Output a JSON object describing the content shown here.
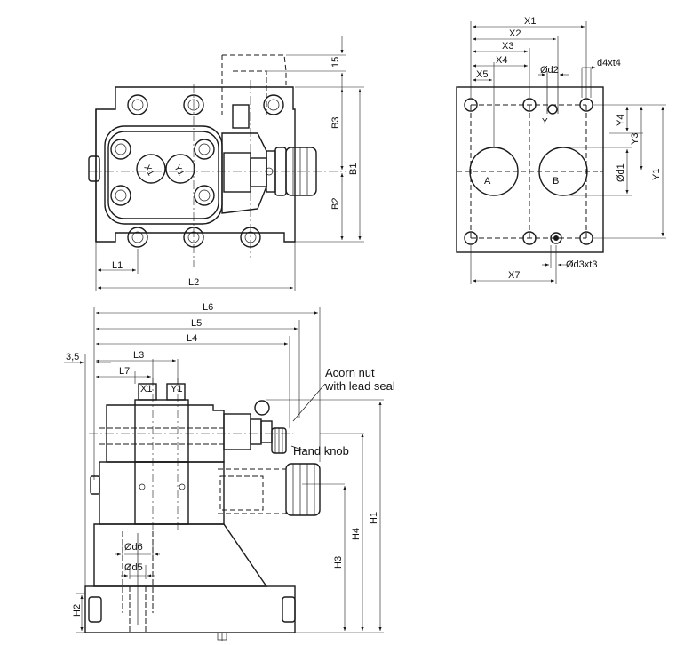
{
  "top_view": {
    "dims": {
      "l1": "L1",
      "l2": "L2",
      "b1": "B1",
      "b2": "B2",
      "b3": "B3",
      "d15": "15",
      "x1": "X1",
      "y1": "Y1"
    }
  },
  "port_view": {
    "dims": {
      "x1": "X1",
      "x2": "X2",
      "x3": "X3",
      "x4": "X4",
      "x5": "X5",
      "x7": "X7",
      "y1": "Y1",
      "y3": "Y3",
      "y4": "Y4",
      "d1": "Ød1",
      "d2": "Ød2",
      "d3t3": "Ød3xt3",
      "d4t4": "d4xt4"
    },
    "ports": {
      "a": "A",
      "b": "B",
      "y": "Y"
    }
  },
  "side_view": {
    "dims": {
      "l3": "L3",
      "l4": "L4",
      "l5": "L5",
      "l6": "L6",
      "l7": "L7",
      "d35": "3,5",
      "x1": "X1",
      "y1": "Y1",
      "h1": "H1",
      "h2": "H2",
      "h3": "H3",
      "h4": "H4",
      "d5": "Ød5",
      "d6": "Ød6"
    },
    "callouts": {
      "acorn_line1": "Acorn nut",
      "acorn_line2": "with lead seal",
      "hand_knob": "Hand knob"
    }
  }
}
